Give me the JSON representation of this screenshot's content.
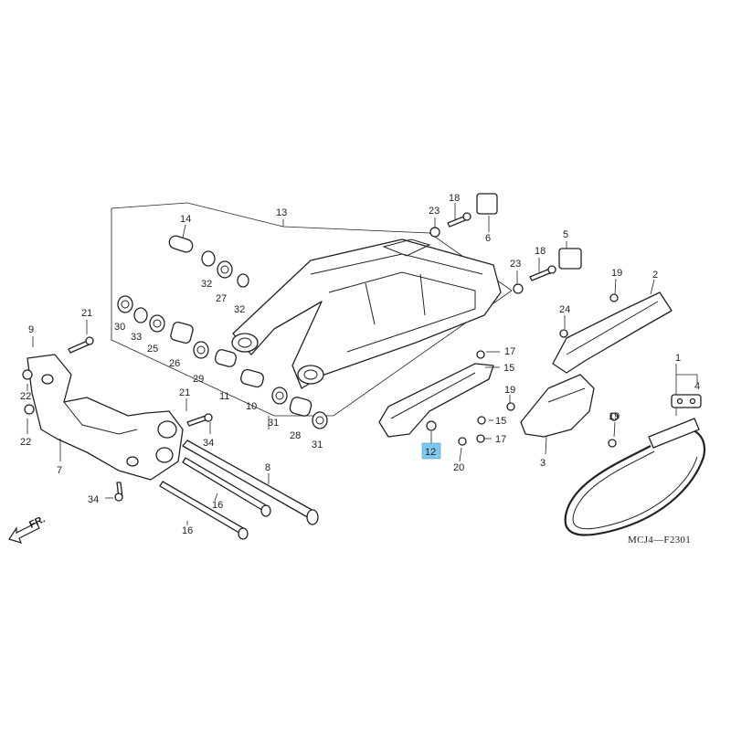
{
  "diagram": {
    "code": "MCJ4—F2301",
    "direction_label": "FR.",
    "highlight_color": "#7ec8ee",
    "highlighted_part": "12",
    "part_labels": [
      "1",
      "2",
      "3",
      "4",
      "5",
      "6",
      "7",
      "8",
      "9",
      "10",
      "11",
      "12",
      "13",
      "14",
      "15",
      "15",
      "16",
      "16",
      "17",
      "17",
      "18",
      "18",
      "19",
      "19",
      "19",
      "20",
      "21",
      "21",
      "22",
      "22",
      "23",
      "23",
      "24",
      "25",
      "26",
      "27",
      "28",
      "29",
      "30",
      "31",
      "31",
      "32",
      "32",
      "33",
      "34",
      "34"
    ]
  }
}
